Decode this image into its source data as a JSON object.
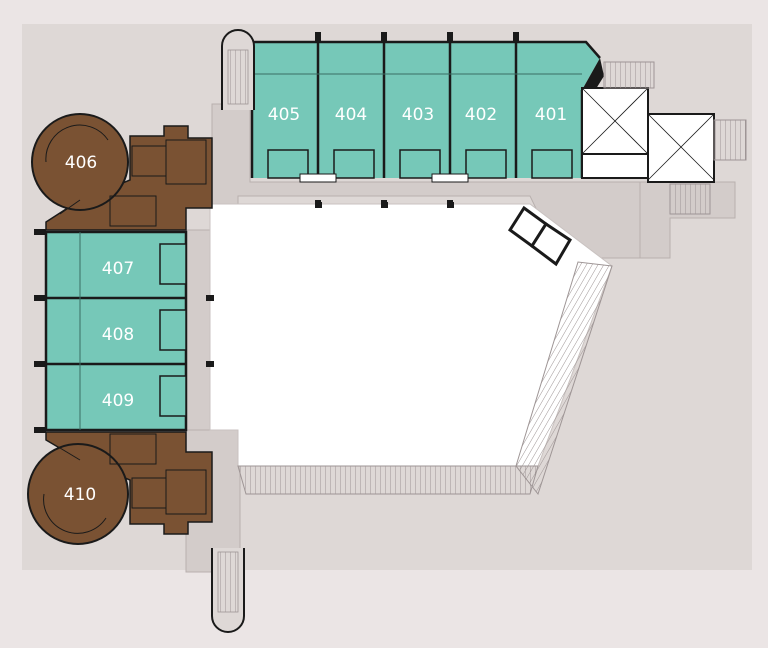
{
  "colors": {
    "background": "#ebe5e5",
    "floor": "#ded8d6",
    "corridor": "#d3ccca",
    "suite_teal": "#76c8b8",
    "suite_brown": "#7a5233",
    "wall": "#1a1a1a",
    "courtyard": "#ffffff"
  },
  "rooms": {
    "r405": "405",
    "r404": "404",
    "r403": "403",
    "r402": "402",
    "r401": "401",
    "r406": "406",
    "r407": "407",
    "r408": "408",
    "r409": "409",
    "r410": "410"
  }
}
